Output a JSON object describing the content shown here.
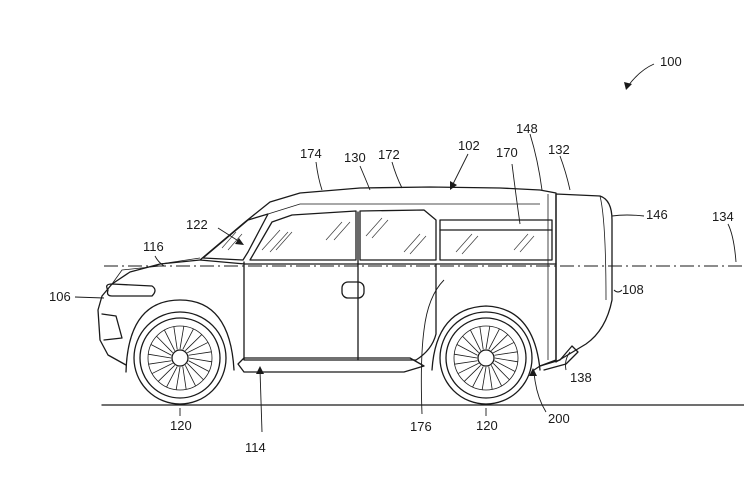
{
  "figure": {
    "refs": {
      "r100": "100",
      "r102": "102",
      "r106": "106",
      "r108": "108",
      "r114": "114",
      "r116": "116",
      "r120a": "120",
      "r120b": "120",
      "r122": "122",
      "r130": "130",
      "r132": "132",
      "r134": "134",
      "r138": "138",
      "r146": "146",
      "r148": "148",
      "r170": "170",
      "r172": "172",
      "r174": "174",
      "r176": "176",
      "r200": "200"
    }
  }
}
